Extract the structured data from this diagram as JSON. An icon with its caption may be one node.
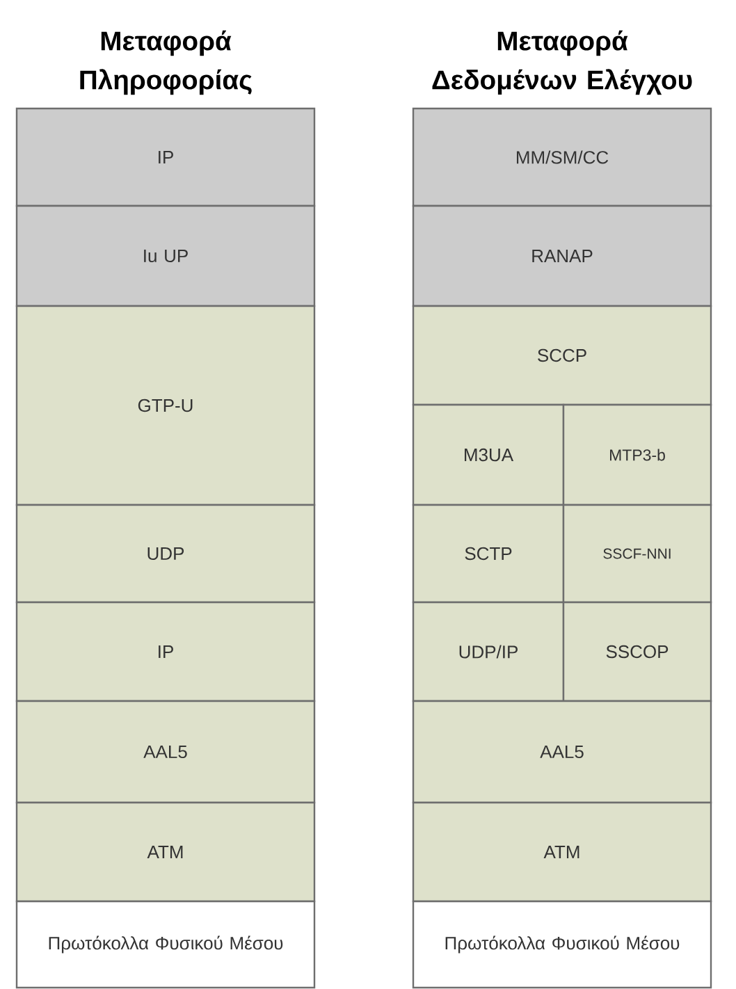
{
  "diagram": {
    "nodes": [
      {
        "text": [
          "IP"
        ]
      },
      {
        "text": [
          "Iu UP"
        ]
      },
      {
        "text": [
          "GTP-U"
        ]
      },
      {
        "text": [
          "UDP"
        ]
      },
      {
        "text": [
          "IP"
        ]
      },
      {
        "text": [
          "AAL5"
        ]
      },
      {
        "text": [
          "ATM"
        ]
      },
      {
        "text": [
          "Πρωτόκολλα Φυσικού Μέσου"
        ]
      },
      {
        "text": [
          "MM/SM/CC"
        ]
      },
      {
        "text": [
          "RANAP"
        ]
      },
      {
        "text": [
          "SCCP"
        ]
      },
      {
        "text": [
          "M3UA"
        ]
      },
      {
        "text": [
          "MTP3-b"
        ]
      },
      {
        "text": [
          "SCTP"
        ]
      },
      {
        "text": [
          "SSCF-NNI"
        ]
      },
      {
        "text": [
          "UDP/IP"
        ]
      },
      {
        "text": [
          "SSCOP"
        ]
      },
      {
        "text": [
          "AAL5"
        ]
      },
      {
        "text": [
          "ATM"
        ]
      },
      {
        "text": [
          "Πρωτόκολλα Φυσικού Μέσου"
        ]
      }
    ],
    "labels": [
      "Μεταφορά Πληροφορίας",
      "Μεταφορά Δεδομένων Ελέγχου"
    ]
  }
}
